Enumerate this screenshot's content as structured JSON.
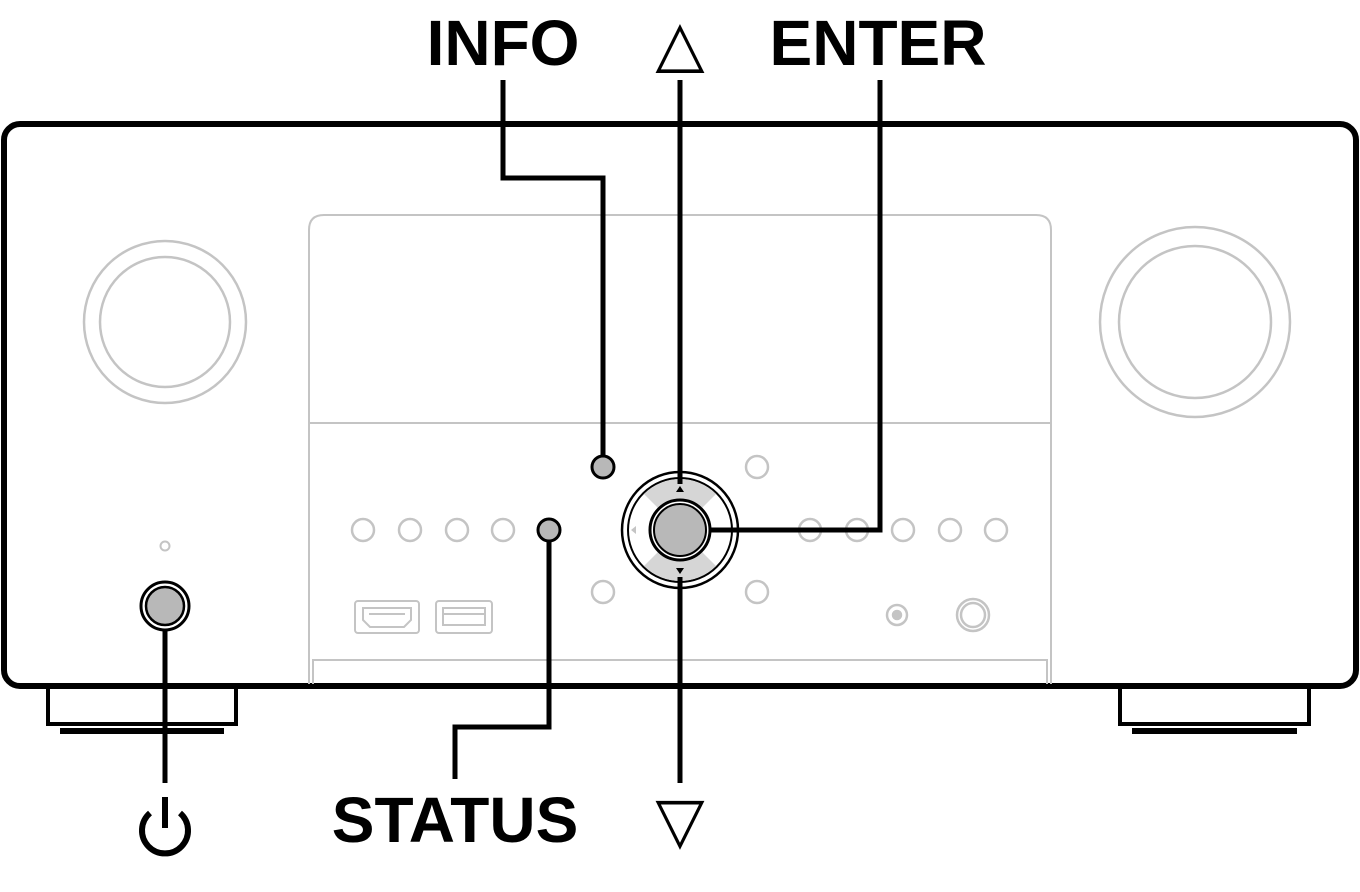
{
  "labels": {
    "info": "INFO",
    "cursor_up": "△",
    "enter": "ENTER",
    "status": "STATUS",
    "cursor_down": "▽"
  },
  "icons": {
    "power": "power-symbol-icon"
  },
  "colors": {
    "ink": "#000000",
    "faint": "#c4c4c4",
    "highlight_button": "#b8b8b8",
    "dpad_fill": "#d6d6d6"
  }
}
